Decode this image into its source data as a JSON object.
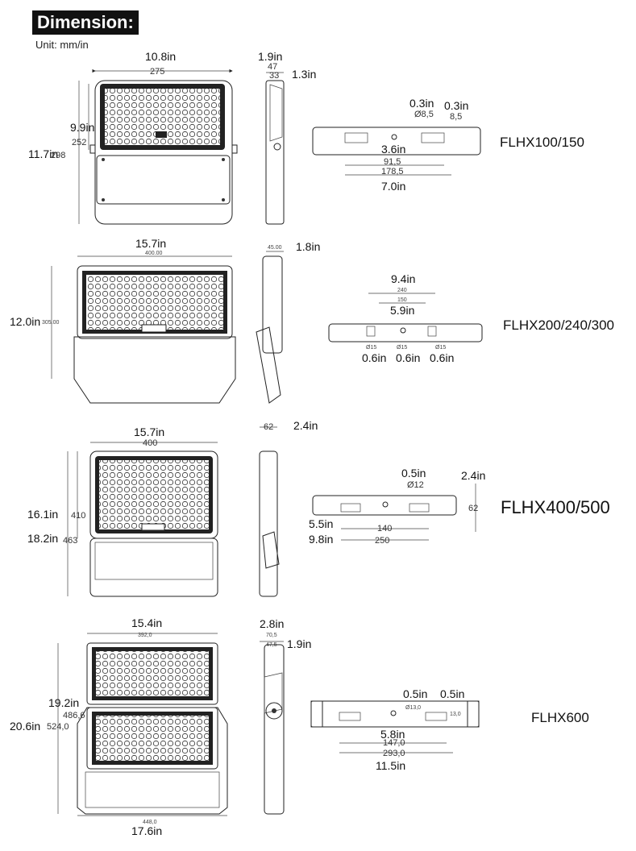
{
  "header": {
    "title": "Dimension:",
    "unit": "Unit: mm/in"
  },
  "models": [
    {
      "name": "FLHX100/150",
      "front": {
        "width_in": "10.8in",
        "width_mm": "275",
        "led_height_in": "9.9in",
        "led_height_mm": "252",
        "total_height_in": "11.7in",
        "total_height_mm": "298"
      },
      "side": {
        "depth_in": "1.9in",
        "depth_mm": "47",
        "bracket_mm": "33",
        "bracket_in": "1.3in"
      },
      "bottom": {
        "hole_in": "0.3in",
        "hole_mm": "Ø8,5",
        "hole2_in": "0.3in",
        "hole2_mm": "8,5",
        "spacing_in": "3.6in",
        "spacing_mm": "91,5",
        "overall_mm": "178,5",
        "overall_in": "7.0in"
      }
    },
    {
      "name": "FLHX200/240/300",
      "front": {
        "width_in": "15.7in",
        "width_mm": "400.00",
        "height_in": "12.0in",
        "height_mm": "305.00"
      },
      "side": {
        "depth_mm": "45.00",
        "depth_in": "1.8in"
      },
      "bottom": {
        "outer_in": "9.4in",
        "outer_mm": "240",
        "inner_mm": "150",
        "inner_in": "5.9in",
        "hole_a_mm": "Ø15",
        "hole_b_mm": "Ø15",
        "hole_c_mm": "Ø15",
        "hole_a_in": "0.6in",
        "hole_b_in": "0.6in",
        "hole_c_in": "0.6in"
      }
    },
    {
      "name": "FLHX400/500",
      "front": {
        "width_in": "15.7in",
        "width_mm": "400",
        "led_height_in": "16.1in",
        "led_height_mm": "410",
        "total_height_in": "18.2in",
        "total_height_mm": "463"
      },
      "side": {
        "depth_mm": "62",
        "depth_in": "2.4in"
      },
      "bottom": {
        "hole_in": "0.5in",
        "hole_mm": "Ø12",
        "height_in": "2.4in",
        "height_mm": "62",
        "spacing_in": "5.5in",
        "spacing_mm": "140",
        "overall_in": "9.8in",
        "overall_mm": "250"
      }
    },
    {
      "name": "FLHX600",
      "front": {
        "top_width_in": "15.4in",
        "top_width_mm": "392,0",
        "led_height_in": "19.2in",
        "led_height_mm": "486,6",
        "total_height_in": "20.6in",
        "total_height_mm": "524,0",
        "bottom_width_mm": "448,0",
        "bottom_width_in": "17.6in"
      },
      "side": {
        "depth_in": "2.8in",
        "depth_mm": "70,5",
        "bracket_mm": "47,5",
        "bracket_in": "1.9in"
      },
      "bottom": {
        "hole_in": "0.5in",
        "hole_mm": "Ø13,0",
        "hole2_in": "0.5in",
        "hole2_mm": "13,0",
        "spacing_in": "5.8in",
        "spacing_mm": "147,0",
        "overall_mm": "293,0",
        "overall_in": "11.5in"
      }
    }
  ]
}
